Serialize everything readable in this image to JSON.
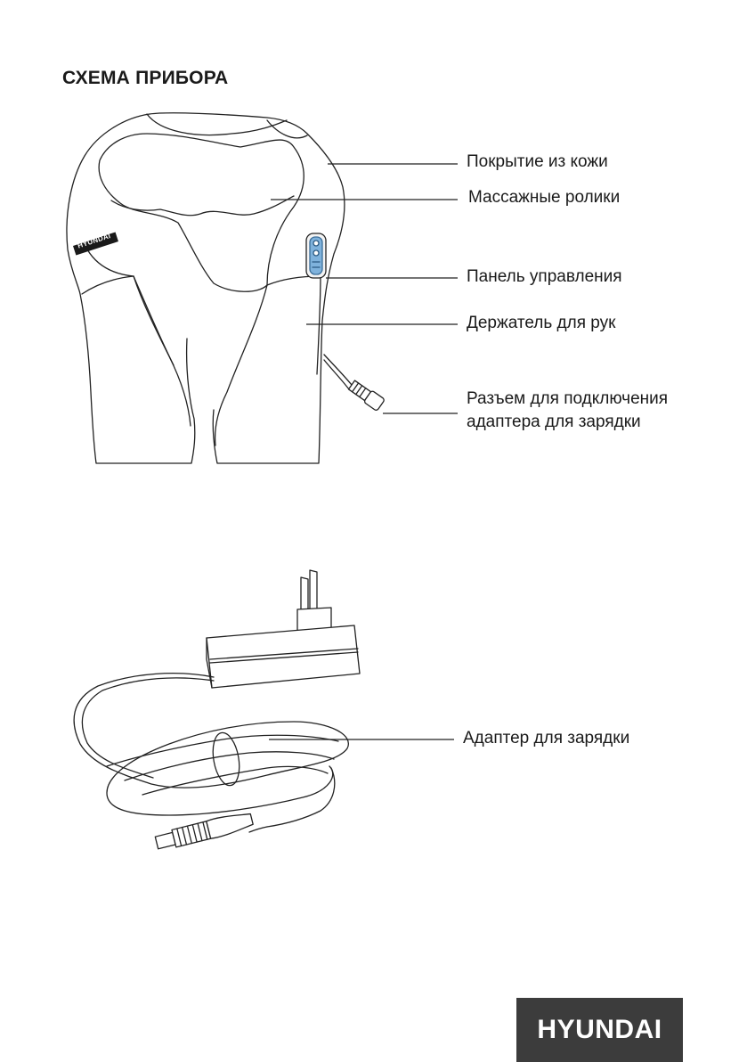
{
  "page": {
    "title": "СХЕМА ПРИБОРА"
  },
  "device_labels": {
    "cover": "Покрытие из кожи",
    "rollers": "Массажные ролики",
    "panel": "Панель управления",
    "holder": "Держатель для рук",
    "connector_line1": "Разъем для подключения",
    "connector_line2": "адаптера для зарядки"
  },
  "adapter_labels": {
    "adapter": "Адаптер для зарядки"
  },
  "device_brand_tag": "HYUNDAI",
  "footer": {
    "brand": "HYUNDAI"
  }
}
